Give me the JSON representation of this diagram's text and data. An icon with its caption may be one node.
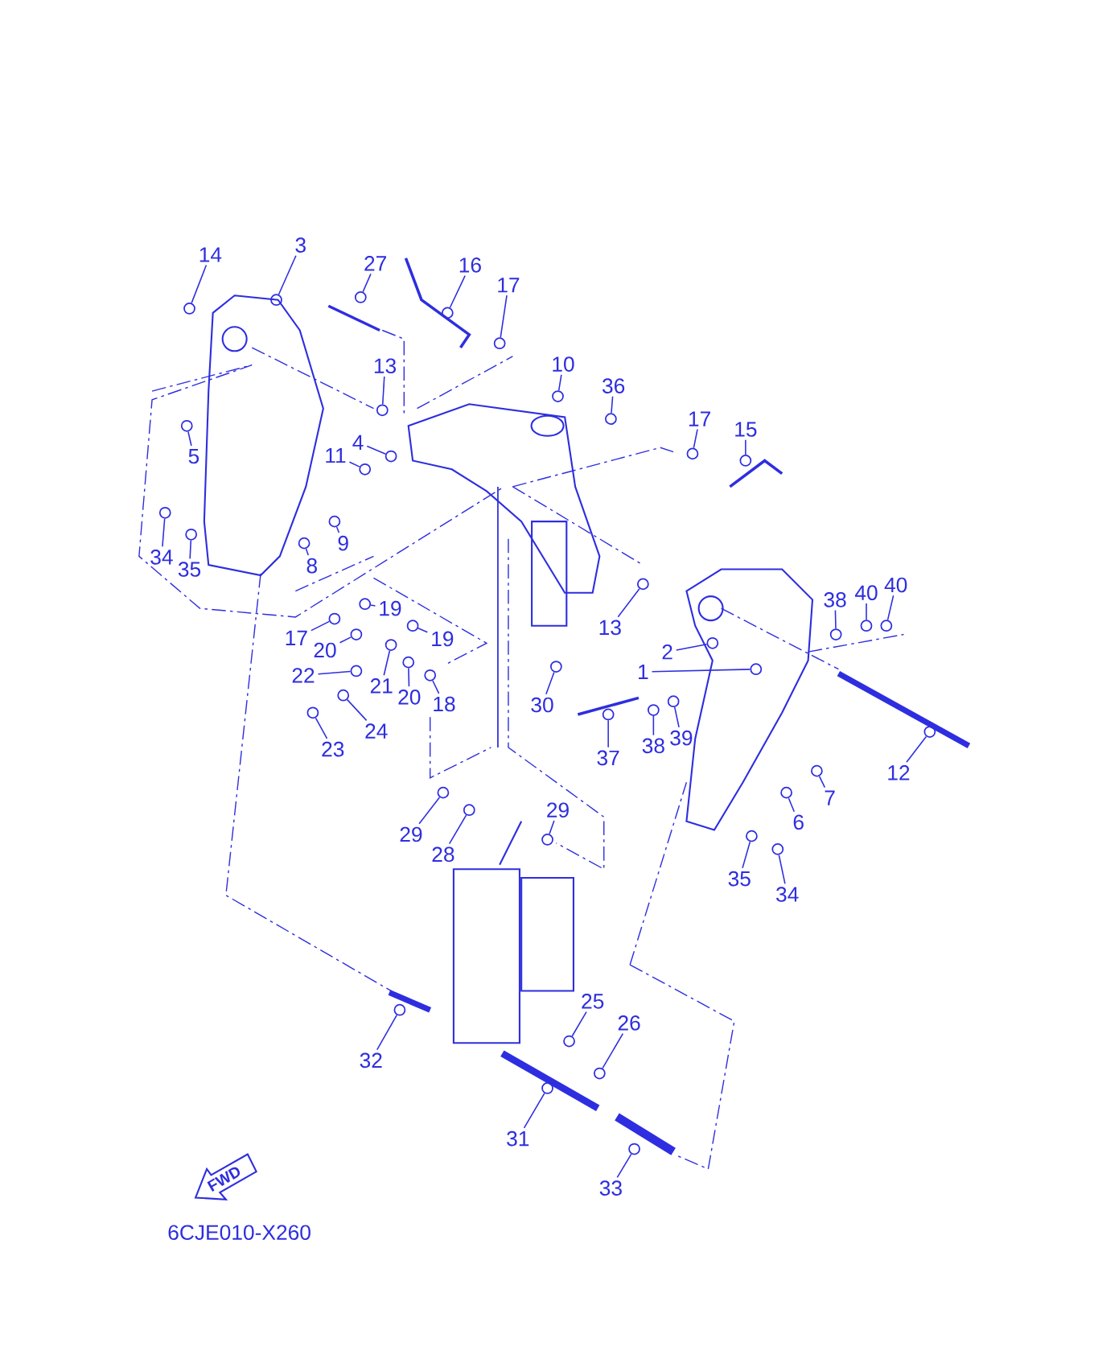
{
  "diagram": {
    "nodes": [
      {
        "text": [
          "14"
        ]
      },
      {
        "text": [
          "3"
        ]
      },
      {
        "text": [
          "27"
        ]
      },
      {
        "text": [
          "16"
        ]
      },
      {
        "text": [
          "17"
        ]
      },
      {
        "text": [
          "13"
        ]
      },
      {
        "text": [
          "10"
        ]
      },
      {
        "text": [
          "36"
        ]
      },
      {
        "text": [
          "17"
        ]
      },
      {
        "text": [
          "15"
        ]
      },
      {
        "text": [
          "5"
        ]
      },
      {
        "text": [
          "4"
        ]
      },
      {
        "text": [
          "11"
        ]
      },
      {
        "text": [
          "9"
        ]
      },
      {
        "text": [
          "8"
        ]
      },
      {
        "text": [
          "34"
        ]
      },
      {
        "text": [
          "35"
        ]
      },
      {
        "text": [
          "13"
        ]
      },
      {
        "text": [
          "38"
        ]
      },
      {
        "text": [
          "40"
        ]
      },
      {
        "text": [
          "40"
        ]
      },
      {
        "text": [
          "2"
        ]
      },
      {
        "text": [
          "1"
        ]
      },
      {
        "text": [
          "19"
        ]
      },
      {
        "text": [
          "19"
        ]
      },
      {
        "text": [
          "17"
        ]
      },
      {
        "text": [
          "20"
        ]
      },
      {
        "text": [
          "22"
        ]
      },
      {
        "text": [
          "21"
        ]
      },
      {
        "text": [
          "20"
        ]
      },
      {
        "text": [
          "18"
        ]
      },
      {
        "text": [
          "30"
        ]
      },
      {
        "text": [
          "24"
        ]
      },
      {
        "text": [
          "23"
        ]
      },
      {
        "text": [
          "37"
        ]
      },
      {
        "text": [
          "38"
        ]
      },
      {
        "text": [
          "39"
        ]
      },
      {
        "text": [
          "12"
        ]
      },
      {
        "text": [
          "7"
        ]
      },
      {
        "text": [
          "6"
        ]
      },
      {
        "text": [
          "29"
        ]
      },
      {
        "text": [
          "28"
        ]
      },
      {
        "text": [
          "29"
        ]
      },
      {
        "text": [
          "35"
        ]
      },
      {
        "text": [
          "34"
        ]
      },
      {
        "text": [
          "25"
        ]
      },
      {
        "text": [
          "26"
        ]
      },
      {
        "text": [
          "32"
        ]
      },
      {
        "text": [
          "31"
        ]
      },
      {
        "text": [
          "33"
        ]
      },
      {
        "text": [
          "FWD"
        ]
      },
      {
        "text": [],
        "shape": "circle"
      },
      {
        "text": [],
        "shape": "circle"
      },
      {
        "text": [],
        "shape": "circle"
      },
      {
        "text": [],
        "shape": "circle"
      },
      {
        "text": [],
        "shape": "circle"
      },
      {
        "text": [],
        "shape": "circle"
      },
      {
        "text": [],
        "shape": "circle"
      },
      {
        "text": [],
        "shape": "circle"
      },
      {
        "text": [],
        "shape": "circle"
      },
      {
        "text": [],
        "shape": "circle"
      },
      {
        "text": [],
        "shape": "circle"
      },
      {
        "text": [],
        "shape": "circle"
      },
      {
        "text": [],
        "shape": "circle"
      },
      {
        "text": [],
        "shape": "circle"
      },
      {
        "text": [],
        "shape": "circle"
      },
      {
        "text": [],
        "shape": "circle"
      },
      {
        "text": [],
        "shape": "circle"
      },
      {
        "text": [],
        "shape": "circle"
      },
      {
        "text": [],
        "shape": "circle"
      },
      {
        "text": [],
        "shape": "circle"
      },
      {
        "text": [],
        "shape": "circle"
      },
      {
        "text": [],
        "shape": "circle"
      },
      {
        "text": [],
        "shape": "circle"
      },
      {
        "text": [],
        "shape": "circle"
      },
      {
        "text": [],
        "shape": "circle"
      },
      {
        "text": [],
        "shape": "circle"
      },
      {
        "text": [],
        "shape": "circle"
      },
      {
        "text": [],
        "shape": "circle"
      },
      {
        "text": [],
        "shape": "circle"
      },
      {
        "text": [],
        "shape": "circle"
      },
      {
        "text": [],
        "shape": "circle"
      },
      {
        "text": [],
        "shape": "circle"
      },
      {
        "text": [],
        "shape": "circle"
      },
      {
        "text": [],
        "shape": "circle"
      },
      {
        "text": [],
        "shape": "circle"
      },
      {
        "text": [],
        "shape": "circle"
      },
      {
        "text": [],
        "shape": "circle"
      },
      {
        "text": [],
        "shape": "circle"
      },
      {
        "text": [],
        "shape": "circle"
      },
      {
        "text": [],
        "shape": "circle"
      },
      {
        "text": [],
        "shape": "circle"
      },
      {
        "text": [],
        "shape": "circle"
      },
      {
        "text": [],
        "shape": "circle"
      },
      {
        "text": [],
        "shape": "circle"
      },
      {
        "text": [],
        "shape": "circle"
      },
      {
        "text": [],
        "shape": "circle"
      },
      {
        "text": [],
        "shape": "circle"
      },
      {
        "text": [],
        "shape": "circle"
      },
      {
        "text": [],
        "shape": "circle"
      },
      {
        "text": [],
        "shape": "circle"
      }
    ],
    "edges": [
      {
        "from": 0,
        "to": 51,
        "arrow": "none"
      },
      {
        "from": 1,
        "to": 52,
        "arrow": "none"
      },
      {
        "from": 2,
        "to": 53,
        "arrow": "none"
      },
      {
        "from": 3,
        "to": 54,
        "arrow": "none"
      },
      {
        "from": 4,
        "to": 55,
        "arrow": "none"
      },
      {
        "from": 5,
        "to": 56,
        "arrow": "none"
      },
      {
        "from": 6,
        "to": 57,
        "arrow": "none"
      },
      {
        "from": 7,
        "to": 58,
        "arrow": "none"
      },
      {
        "from": 8,
        "to": 59,
        "arrow": "none"
      },
      {
        "from": 9,
        "to": 60,
        "arrow": "none"
      },
      {
        "from": 10,
        "to": 61,
        "arrow": "none"
      },
      {
        "from": 11,
        "to": 62,
        "arrow": "none"
      },
      {
        "from": 12,
        "to": 63,
        "arrow": "none"
      },
      {
        "from": 13,
        "to": 64,
        "arrow": "none"
      },
      {
        "from": 14,
        "to": 65,
        "arrow": "none"
      },
      {
        "from": 15,
        "to": 66,
        "arrow": "none"
      },
      {
        "from": 16,
        "to": 67,
        "arrow": "none"
      },
      {
        "from": 17,
        "to": 68,
        "arrow": "none"
      },
      {
        "from": 18,
        "to": 69,
        "arrow": "none"
      },
      {
        "from": 19,
        "to": 70,
        "arrow": "none"
      },
      {
        "from": 20,
        "to": 71,
        "arrow": "none"
      },
      {
        "from": 21,
        "to": 72,
        "arrow": "none"
      },
      {
        "from": 22,
        "to": 73,
        "arrow": "none"
      },
      {
        "from": 23,
        "to": 74,
        "arrow": "none"
      },
      {
        "from": 24,
        "to": 75,
        "arrow": "none"
      },
      {
        "from": 25,
        "to": 76,
        "arrow": "none"
      },
      {
        "from": 26,
        "to": 77,
        "arrow": "none"
      },
      {
        "from": 27,
        "to": 78,
        "arrow": "none"
      },
      {
        "from": 28,
        "to": 79,
        "arrow": "none"
      },
      {
        "from": 29,
        "to": 80,
        "arrow": "none"
      },
      {
        "from": 30,
        "to": 81,
        "arrow": "none"
      },
      {
        "from": 31,
        "to": 82,
        "arrow": "none"
      },
      {
        "from": 32,
        "to": 83,
        "arrow": "none"
      },
      {
        "from": 33,
        "to": 84,
        "arrow": "none"
      },
      {
        "from": 34,
        "to": 85,
        "arrow": "none"
      },
      {
        "from": 35,
        "to": 86,
        "arrow": "none"
      },
      {
        "from": 36,
        "to": 87,
        "arrow": "none"
      },
      {
        "from": 37,
        "to": 88,
        "arrow": "none"
      },
      {
        "from": 38,
        "to": 89,
        "arrow": "none"
      },
      {
        "from": 39,
        "to": 90,
        "arrow": "none"
      },
      {
        "from": 40,
        "to": 91,
        "arrow": "none"
      },
      {
        "from": 41,
        "to": 92,
        "arrow": "none"
      },
      {
        "from": 42,
        "to": 93,
        "arrow": "none"
      },
      {
        "from": 43,
        "to": 94,
        "arrow": "none"
      },
      {
        "from": 44,
        "to": 95,
        "arrow": "none"
      },
      {
        "from": 45,
        "to": 96,
        "arrow": "none"
      },
      {
        "from": 46,
        "to": 97,
        "arrow": "none"
      },
      {
        "from": 47,
        "to": 98,
        "arrow": "none"
      },
      {
        "from": 48,
        "to": 99,
        "arrow": "none"
      },
      {
        "from": 49,
        "to": 100,
        "arrow": "none"
      }
    ],
    "labels": [
      "6CJE010-X260"
    ]
  }
}
